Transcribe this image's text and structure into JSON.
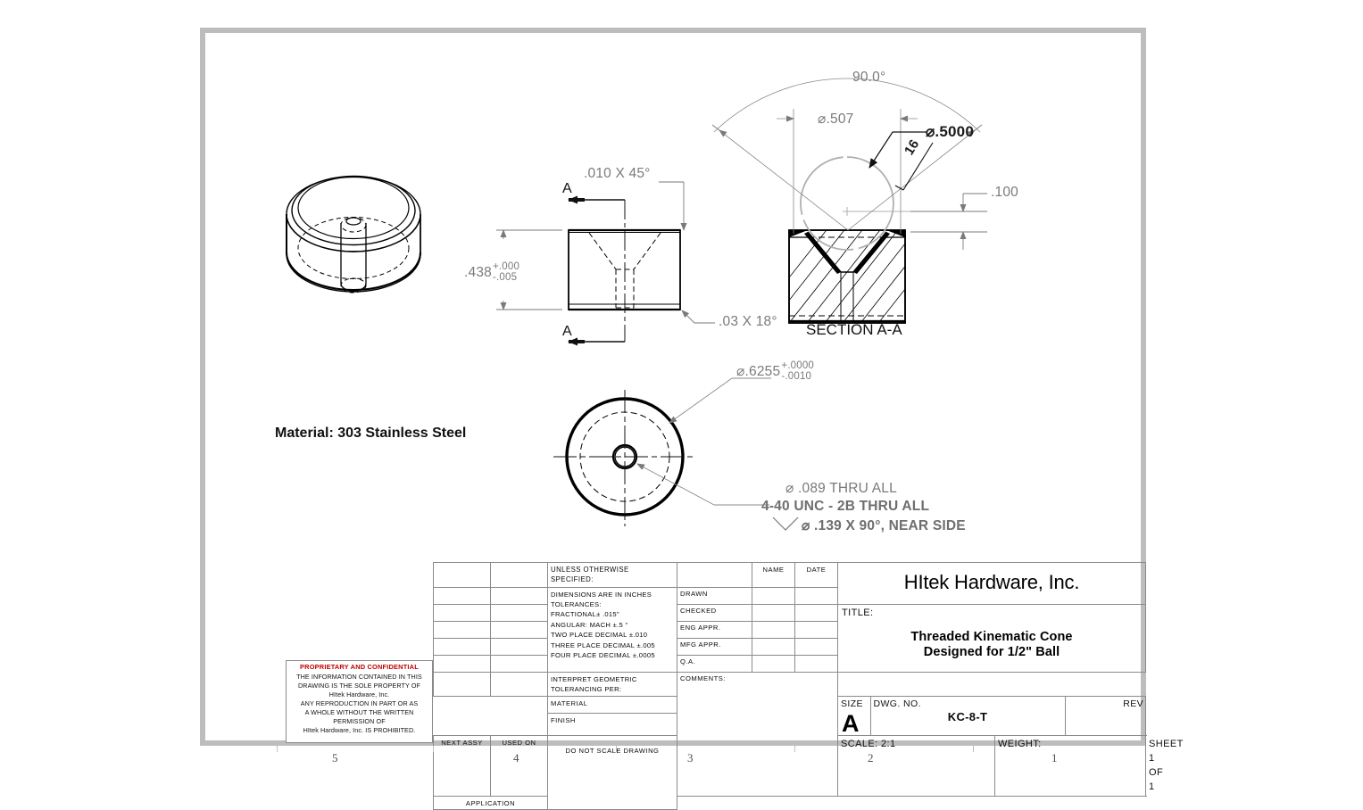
{
  "sheet": {
    "zone_numbers": [
      "5",
      "4",
      "3",
      "2",
      "1"
    ]
  },
  "notes": {
    "material": "Material: 303 Stainless Steel"
  },
  "views": {
    "front": {
      "section_letter_top": "A",
      "section_letter_bottom": "A",
      "chamfer_top": ".010 X 45°",
      "chamfer_bottom": ".03 X 18°",
      "height_value": ".438",
      "height_tol_plus": "+.000",
      "height_tol_minus": "-.005"
    },
    "section": {
      "label": "SECTION A-A",
      "angle": "90.0°",
      "cone_dia": "⌀.507",
      "ball_dia": "⌀.5000",
      "radius_note": "16",
      "depth": ".100"
    },
    "bottom": {
      "outer_dia": "⌀.6255",
      "outer_dia_tol_plus": "+.0000",
      "outer_dia_tol_minus": "-.0010",
      "hole_note_1": "⌀ .089 THRU ALL",
      "hole_note_2": "4-40 UNC  - 2B THRU ALL",
      "hole_note_3": "⌀ .139 X 90°, NEAR SIDE"
    }
  },
  "title_block": {
    "spec_header": "UNLESS  OTHERWISE SPECIFIED:",
    "spec_lines": [
      "DIMENSIONS ARE IN INCHES",
      "TOLERANCES:",
      "FRACTIONAL± .015\"",
      "ANGULAR: MACH ±.5 °",
      "TWO  PLACE DECIMAL  ±.010",
      "THREE PLACE DECIMAL ±.005",
      "FOUR PLACE DECIMAL ±.0005"
    ],
    "interpret_line_1": "INTERPRET GEOMETRIC",
    "interpret_line_2": "TOLERANCING PER:",
    "material_label": "MATERIAL",
    "finish_label": "FINISH",
    "next_assy": "NEXT ASSY",
    "used_on": "USED ON",
    "application": "APPLICATION",
    "do_not_scale": "DO NOT SCALE DRAWING",
    "name_col": "NAME",
    "date_col": "DATE",
    "approval_rows": [
      "DRAWN",
      "CHECKED",
      "ENG APPR.",
      "MFG APPR.",
      "Q.A."
    ],
    "comments_label": "COMMENTS:",
    "company": "HItek Hardware, Inc.",
    "title_label": "TITLE:",
    "title_line_1": "Threaded Kinematic Cone",
    "title_line_2": "Designed for 1/2\" Ball",
    "size_label": "SIZE",
    "size_value": "A",
    "dwg_no_label": "DWG.  NO.",
    "dwg_no_value": "KC-8-T",
    "rev_label": "REV",
    "rev_value": "",
    "scale_label": "SCALE: 2:1",
    "weight_label": "WEIGHT:",
    "sheet_label": "SHEET 1 OF 1",
    "proprietary": {
      "heading": "PROPRIETARY AND CONFIDENTIAL",
      "lines": [
        "THE INFORMATION CONTAINED IN THIS",
        "DRAWING IS THE SOLE PROPERTY OF",
        "HItek Hardware, Inc.",
        "ANY REPRODUCTION IN PART OR AS",
        "A WHOLE WITHOUT THE WRITTEN",
        "PERMISSION OF",
        "HItek Hardware, Inc.  IS PROHIBITED."
      ]
    }
  },
  "colors": {
    "frame": "#bdbdbd",
    "dim_gray": "#7a7a7a",
    "geometry_black": "#000000",
    "confidential_red": "#c00000",
    "construction_gray": "#aaaaaa"
  }
}
